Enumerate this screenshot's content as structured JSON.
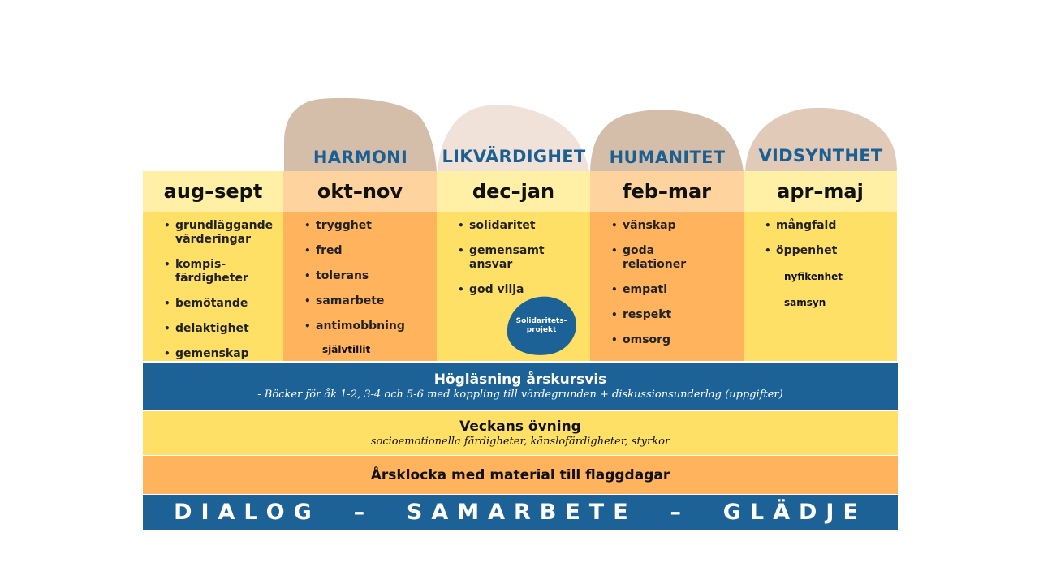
{
  "colors": {
    "hill_dark": "#d4bda9",
    "hill_light": "#f0e2d8",
    "theme_blue": "#1b5f93",
    "header_light": "#fff0a6",
    "header_peach": "#ffd39e",
    "col_yellow": "#ffe066",
    "col_orange": "#ffb35c",
    "band_blue": "#1c6296",
    "band_yellow": "#ffe066",
    "band_orange": "#ffb35c"
  },
  "themes": [
    "HARMONI",
    "LIKVÄRDIGHET",
    "HUMANITET",
    "VIDSYNTHET"
  ],
  "periods": [
    {
      "header": "aug–sept",
      "items": [
        "grundläggande värderingar",
        "kompis-färdigheter",
        "bemötande",
        "delaktighet",
        "gemenskap"
      ]
    },
    {
      "header": "okt–nov",
      "items": [
        "trygghet",
        "fred",
        "tolerans",
        "samarbete",
        "antimobbning"
      ],
      "extra": "självtillit"
    },
    {
      "header": "dec–jan",
      "items": [
        "solidaritet",
        "gemensamt ansvar",
        "god vilja"
      ],
      "badge": "Solidaritets-projekt"
    },
    {
      "header": "feb–mar",
      "items": [
        "vänskap",
        "goda relationer",
        "empati",
        "respekt",
        "omsorg"
      ]
    },
    {
      "header": "apr–maj",
      "items": [
        "mångfald",
        "öppenhet"
      ],
      "extras": [
        "nyfikenhet",
        "samsyn"
      ]
    }
  ],
  "bands": {
    "reading_title": "Högläsning årskursvis",
    "reading_sub": "- Böcker för åk 1-2, 3-4 och 5-6 med koppling till värdegrunden +  diskussionsunderlag (uppgifter)",
    "weekly_title": "Veckans övning",
    "weekly_sub": "socioemotionella färdigheter, känslofärdigheter, styrkor",
    "clock_title": "Årsklocka med material till flaggdagar",
    "motto": "DIALOG  –  SAMARBETE  –  GLÄDJE"
  }
}
